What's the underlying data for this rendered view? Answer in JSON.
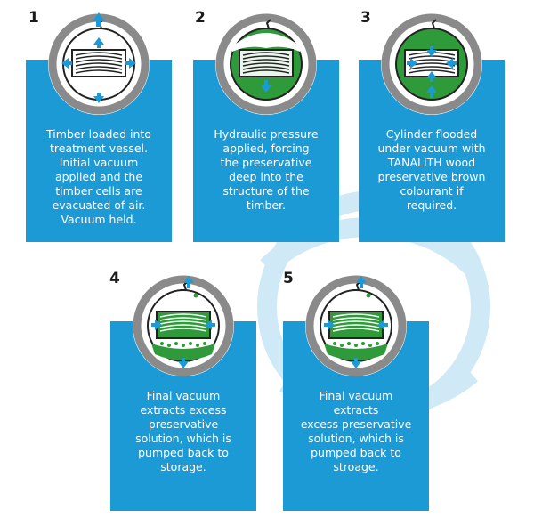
{
  "steps": [
    {
      "number": "1",
      "text": "Timber loaded into\ntreatment vessel.\nInitial vacuum\napplied and the\ntimber cells are\nevacuated of air.\nVacuum held.",
      "state": "empty"
    },
    {
      "number": "2",
      "text": "Hydraulic pressure\napplied, forcing\nthe preservative\ndeep into the\nstructure of the\ntimber.",
      "state": "pressure"
    },
    {
      "number": "3",
      "text": "Cylinder flooded\nunder vacuum with\nTANALITH wood\npreservative brown\ncolourant if required.",
      "state": "flooded"
    },
    {
      "number": "4",
      "text": "Final vacuum\nextracts excess\npreservative\nsolution, which is\npumped back to\nstorage.",
      "state": "drain"
    },
    {
      "number": "5",
      "text": "Final vacuum extracts\nexcess preservative\nsolution, which is\npumped back to\nstroage.",
      "state": "drain"
    }
  ],
  "colors": {
    "box_blue": "#1c9ad6",
    "arrow_blue": "#1c9ad6",
    "preservative_green": "#2e9a3a",
    "ring_grey": "#8a8a8a",
    "swirl": "#cfe9f7"
  }
}
